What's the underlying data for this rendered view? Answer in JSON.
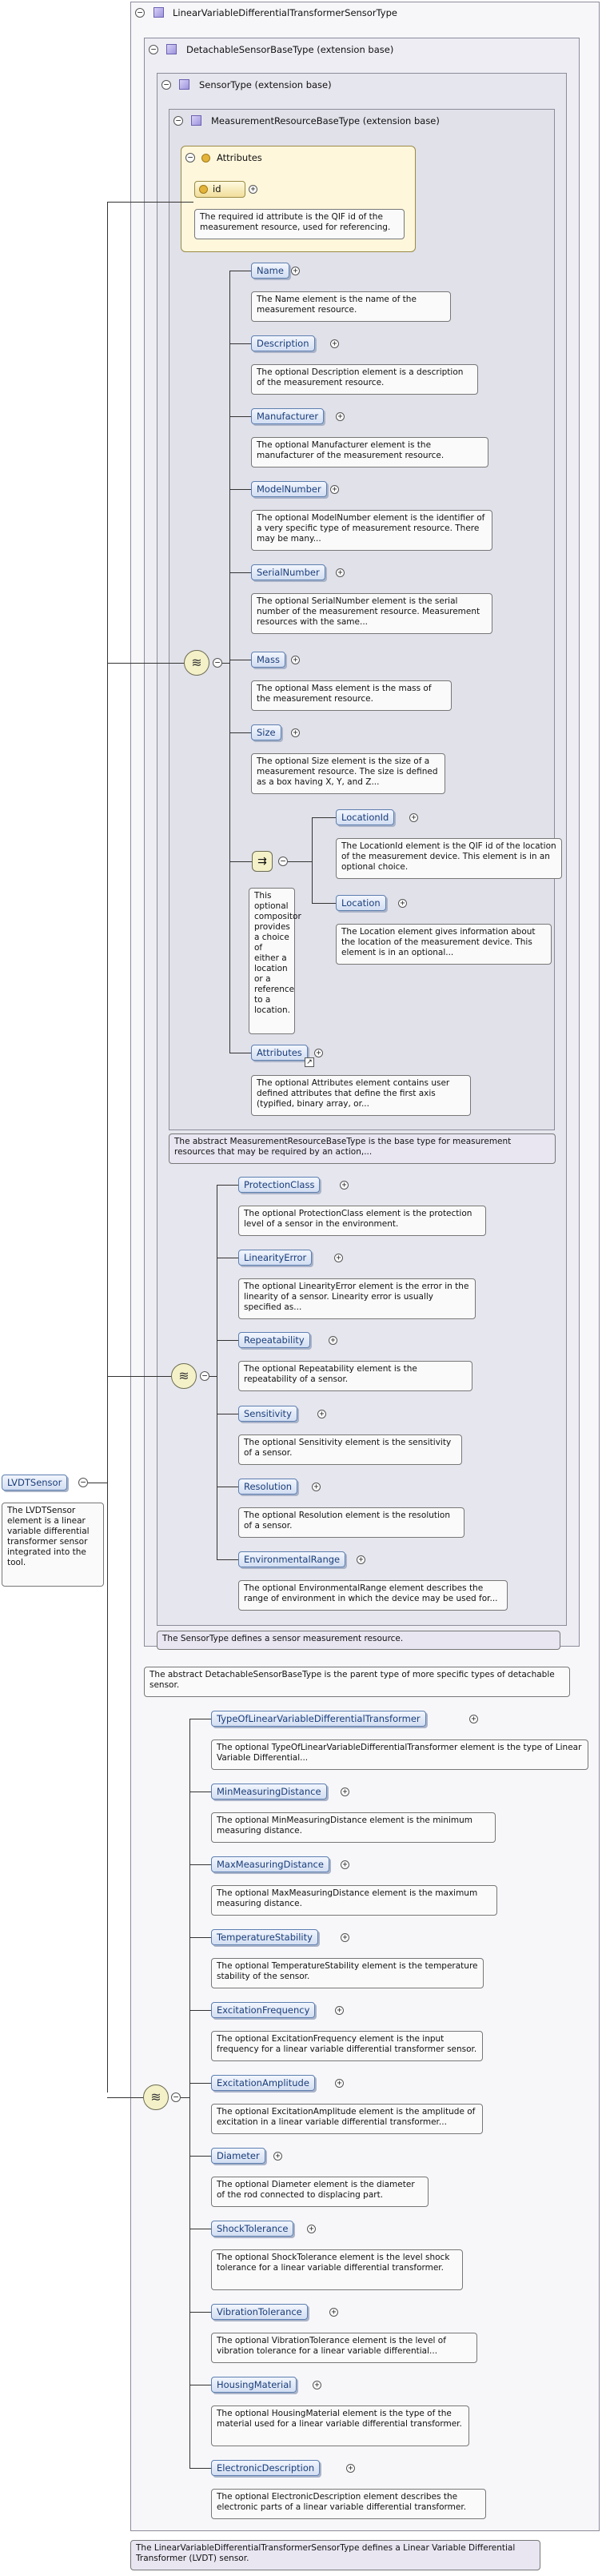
{
  "root": {
    "label": "LVDTSensor",
    "note": "The LVDTSensor element is a linear variable differential transformer sensor integrated into the tool."
  },
  "types": {
    "lvdt": {
      "title": "LinearVariableDifferentialTransformerSensorType",
      "note": "The LinearVariableDifferentialTransformerSensorType defines a Linear Variable Differential Transformer (LVDT) sensor."
    },
    "detachable": {
      "title": "DetachableSensorBaseType (extension base)",
      "note": "The abstract DetachableSensorBaseType is the parent type of more specific types of detachable sensor."
    },
    "sensor": {
      "title": "SensorType (extension base)",
      "note": "The SensorType defines a sensor measurement resource."
    },
    "measurement": {
      "title": "MeasurementResourceBaseType (extension base)",
      "note": "The abstract MeasurementResourceBaseType is the base type for measurement resources that may be required by an action,..."
    }
  },
  "attributes": {
    "title": "Attributes",
    "id_label": "id",
    "id_note": "The required id attribute is the QIF id of the measurement resource, used for referencing."
  },
  "measurement_elements": [
    {
      "label": "Name",
      "note": "The Name element is the name of the measurement resource."
    },
    {
      "label": "Description",
      "note": "The optional Description element is a description of the measurement resource."
    },
    {
      "label": "Manufacturer",
      "note": "The optional Manufacturer element is the manufacturer of the measurement resource."
    },
    {
      "label": "ModelNumber",
      "note": "The optional ModelNumber element is the identifier of a very specific type of measurement resource. There may be many..."
    },
    {
      "label": "SerialNumber",
      "note": "The optional SerialNumber element is the serial number of the measurement resource. Measurement resources with the same..."
    },
    {
      "label": "Mass",
      "note": "The optional Mass element is the mass of the measurement resource."
    },
    {
      "label": "Size",
      "note": "The optional Size element is the size of a measurement resource. The size is defined as a box having X, Y, and Z..."
    }
  ],
  "choice": {
    "note": "This optional compositor provides a choice of either a location or a reference to a location.",
    "items": [
      {
        "label": "LocationId",
        "note": "The LocationId element is the QIF id of the location of the measurement device. This element is in an optional choice."
      },
      {
        "label": "Location",
        "note": "The Location element gives information about the location of the measurement device. This element is in an optional..."
      }
    ]
  },
  "attributes_element": {
    "label": "Attributes",
    "note": "The optional Attributes element contains user defined attributes that define the first axis (typified, binary array, or..."
  },
  "sensor_elements": [
    {
      "label": "ProtectionClass",
      "note": "The optional ProtectionClass element is the protection level of a sensor in the environment."
    },
    {
      "label": "LinearityError",
      "note": "The optional LinearityError element is the error in the linearity of a sensor. Linearity error is usually specified as..."
    },
    {
      "label": "Repeatability",
      "note": "The optional Repeatability element is the repeatability of a sensor."
    },
    {
      "label": "Sensitivity",
      "note": "The optional Sensitivity element is the sensitivity of a sensor."
    },
    {
      "label": "Resolution",
      "note": "The optional Resolution element is the resolution of a sensor."
    },
    {
      "label": "EnvironmentalRange",
      "note": "The optional EnvironmentalRange element describes the range of environment in which the device may be used for..."
    }
  ],
  "lvdt_elements": [
    {
      "label": "TypeOfLinearVariableDifferentialTransformer",
      "note": "The optional TypeOfLinearVariableDifferentialTransformer element is the type of Linear Variable Differential..."
    },
    {
      "label": "MinMeasuringDistance",
      "note": "The optional MinMeasuringDistance element is the minimum measuring distance."
    },
    {
      "label": "MaxMeasuringDistance",
      "note": "The optional MaxMeasuringDistance element is the maximum measuring distance."
    },
    {
      "label": "TemperatureStability",
      "note": "The optional TemperatureStability element is the temperature stability of the sensor."
    },
    {
      "label": "ExcitationFrequency",
      "note": "The optional ExcitationFrequency element is the input frequency for a linear variable differential transformer sensor."
    },
    {
      "label": "ExcitationAmplitude",
      "note": "The optional ExcitationAmplitude element is the amplitude of excitation in a linear variable differential transformer..."
    },
    {
      "label": "Diameter",
      "note": "The optional Diameter element is the diameter of the rod connected to displacing part."
    },
    {
      "label": "ShockTolerance",
      "note": "The optional ShockTolerance element is the level shock tolerance for a linear variable differential transformer."
    },
    {
      "label": "VibrationTolerance",
      "note": "The optional VibrationTolerance element is the level of vibration tolerance for a linear variable differential..."
    },
    {
      "label": "HousingMaterial",
      "note": "The optional HousingMaterial element is the type of the material used for a linear variable differential transformer."
    },
    {
      "label": "ElectronicDescription",
      "note": "The optional ElectronicDescription element describes the electronic parts of a linear variable differential transformer."
    }
  ]
}
